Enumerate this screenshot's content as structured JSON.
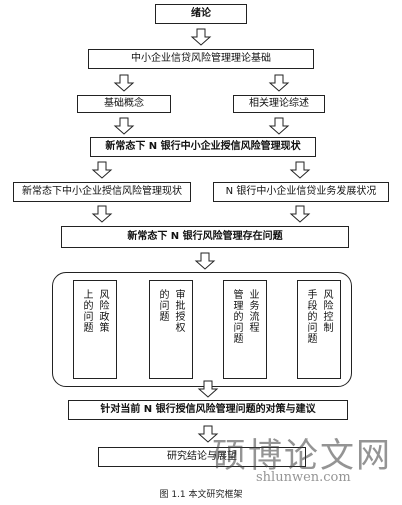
{
  "nodes": {
    "intro": "绪论",
    "theory_basis": "中小企业信贷风险管理理论基础",
    "basic_concepts": "基础概念",
    "related_theory": "相关理论综述",
    "status": "新常态下 N 银行中小企业授信风险管理现状",
    "status_left": "新常态下中小企业授信风险管理现状",
    "status_right": "N 银行中小企业信贷业务发展状况",
    "problems": "新常态下 N 银行风险管理存在问题",
    "countermeasures": "针对当前 N 银行授信风险管理问题的对策与建议",
    "conclusion": "研究结论与展望"
  },
  "problem_boxes": [
    {
      "col1": "风险政策",
      "col2": "上的问题"
    },
    {
      "col1": "审批授权",
      "col2": "的问题"
    },
    {
      "col1": "业务流程",
      "col2": "管理的问题"
    },
    {
      "col1": "风险控制",
      "col2": "手段的问题"
    }
  ],
  "caption": "图 1.1  本文研究框架",
  "watermark": {
    "title": "硕博论文网",
    "url": "shlunwen.com"
  }
}
